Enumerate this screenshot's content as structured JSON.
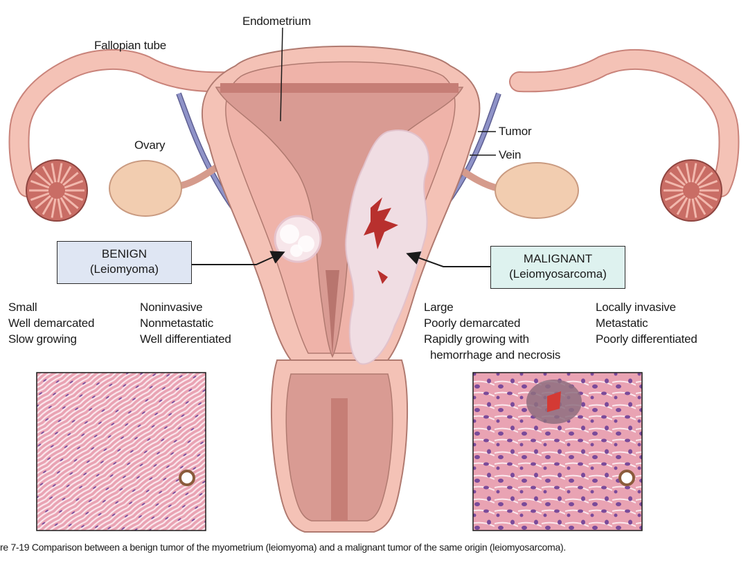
{
  "labels": {
    "endometrium": "Endometrium",
    "fallopian_tube": "Fallopian tube",
    "ovary": "Ovary",
    "tumor": "Tumor",
    "vein": "Vein"
  },
  "benign": {
    "title": "BENIGN",
    "subtitle": "(Leiomyoma)",
    "features_left": [
      "Small",
      "Well demarcated",
      "Slow growing"
    ],
    "features_right": [
      "Noninvasive",
      "Nonmetastatic",
      "Well differentiated"
    ]
  },
  "malignant": {
    "title": "MALIGNANT",
    "subtitle": "(Leiomyosarcoma)",
    "features_left": [
      "Large",
      "Poorly demarcated",
      "Rapidly growing with",
      "  hemorrhage and necrosis"
    ],
    "features_right": [
      "Locally invasive",
      "Metastatic",
      "Poorly differentiated"
    ]
  },
  "caption": "re 7-19  Comparison between a benign tumor of the myometrium (leiomyoma) and a malignant tumor of the same origin (leiomyosarcoma).",
  "colors": {
    "uterus_outer": "#f4c2b6",
    "myometrium": "#efb3a9",
    "cavity": "#d88e8c",
    "vein": "#7d80b8",
    "necrosis": "#b8302e",
    "benign_box": "#dfe6f3",
    "malignant_box": "#def2ef",
    "tissue": "#e8a0b0",
    "nuclei": "#7a4a9a"
  }
}
